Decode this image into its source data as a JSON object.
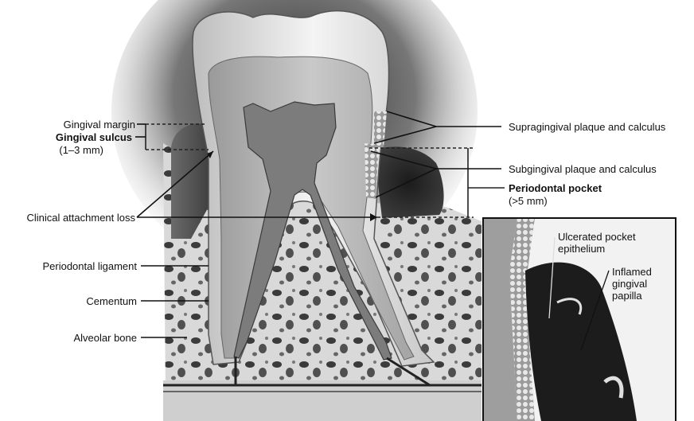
{
  "labels": {
    "left": {
      "gingival_margin": "Gingival margin",
      "gingival_sulcus": "Gingival sulcus",
      "gingival_sulcus_range": "(1–3 mm)",
      "clinical_attachment_loss": "Clinical attachment loss",
      "periodontal_ligament": "Periodontal ligament",
      "cementum": "Cementum",
      "alveolar_bone": "Alveolar bone"
    },
    "right": {
      "supragingival": "Supragingival plaque and calculus",
      "subgingival": "Subgingival plaque and calculus",
      "periodontal_pocket": "Periodontal pocket",
      "periodontal_pocket_range": "(>5 mm)"
    },
    "inset": {
      "ulcerated_line1": "Ulcerated pocket",
      "ulcerated_line2": "epithelium",
      "inflamed_line1": "Inflamed",
      "inflamed_line2": "gingival",
      "inflamed_line3": "papilla"
    }
  }
}
